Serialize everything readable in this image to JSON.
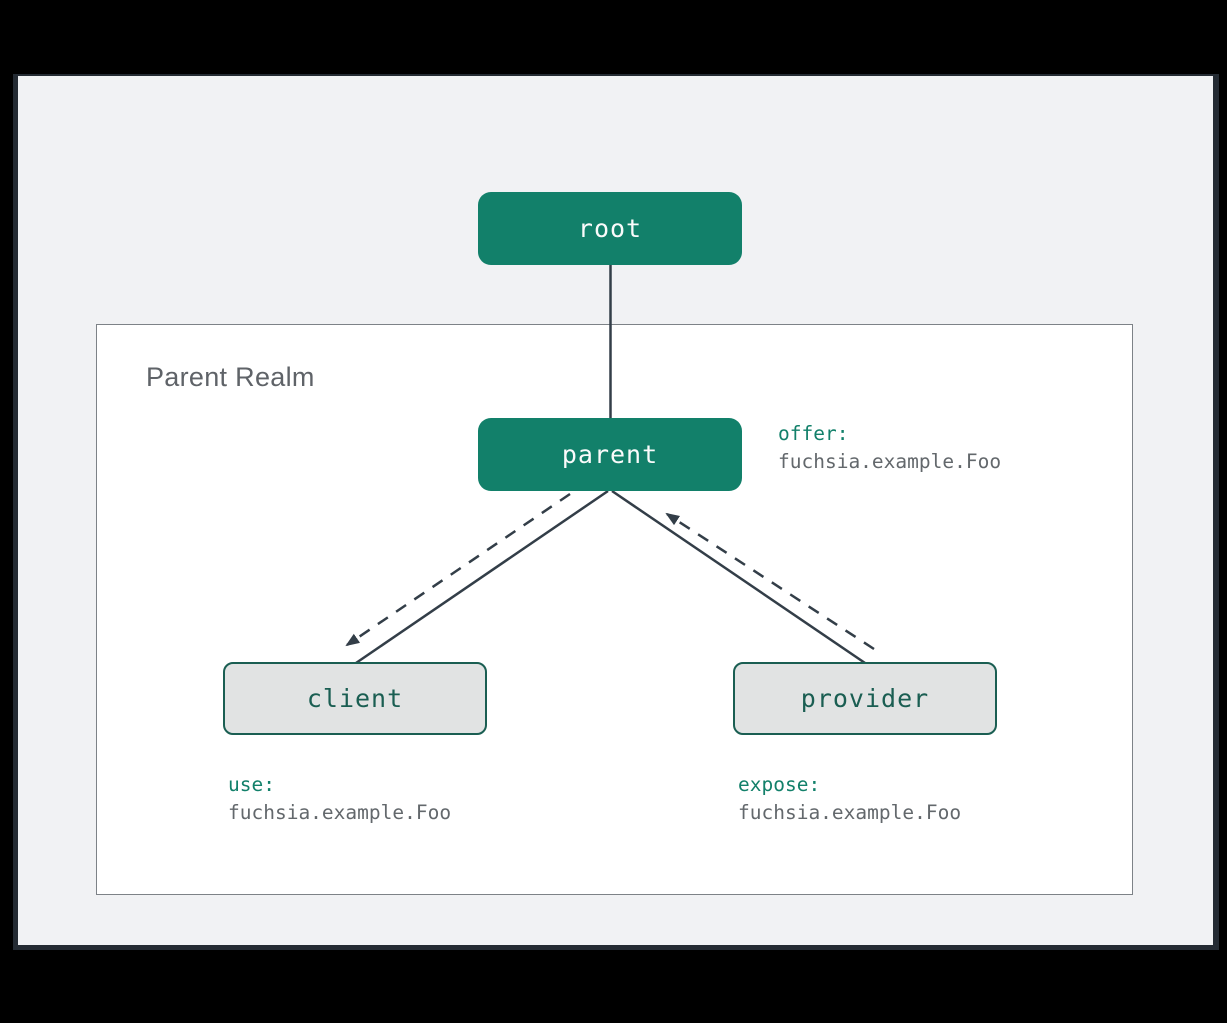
{
  "diagram": {
    "realm_label": "Parent Realm",
    "nodes": {
      "root": {
        "label": "root",
        "variant": "solid"
      },
      "parent": {
        "label": "parent",
        "variant": "solid"
      },
      "client": {
        "label": "client",
        "variant": "outline"
      },
      "provider": {
        "label": "provider",
        "variant": "outline"
      }
    },
    "annotations": {
      "offer": {
        "verb": "offer:",
        "capability": "fuchsia.example.Foo"
      },
      "use": {
        "verb": "use:",
        "capability": "fuchsia.example.Foo"
      },
      "expose": {
        "verb": "expose:",
        "capability": "fuchsia.example.Foo"
      }
    },
    "edges": {
      "structure": [
        {
          "from": "root",
          "to": "parent",
          "style": "solid"
        },
        {
          "from": "parent",
          "to": "client",
          "style": "solid"
        },
        {
          "from": "parent",
          "to": "provider",
          "style": "solid"
        }
      ],
      "routes": [
        {
          "type": "offer",
          "from": "parent",
          "to": "client",
          "style": "dashed-arrow"
        },
        {
          "type": "expose",
          "from": "provider",
          "to": "parent",
          "style": "dashed-arrow"
        }
      ]
    },
    "colors": {
      "node_fill": "#12806A",
      "node_outline_border": "#1A5E52",
      "node_outline_fill": "#E1E3E3",
      "verb_text": "#12806A",
      "capability_text": "#63686C",
      "realm_label_text": "#5F6368",
      "edge_stroke": "#333E48",
      "canvas_bg": "#F1F2F4",
      "realm_bg": "#FFFFFF",
      "page_bg": "#000000"
    }
  }
}
